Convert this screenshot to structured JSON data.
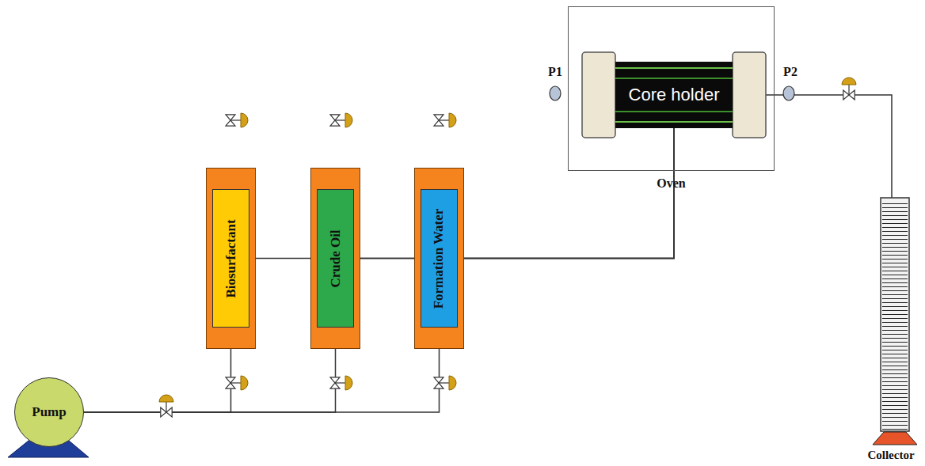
{
  "diagram": {
    "nodes": [
      {
        "text": [
          "Oven"
        ]
      },
      {
        "text": [
          "Core holder"
        ],
        "in": 0
      },
      {
        "text": [
          "Biosurfactant"
        ]
      },
      {
        "text": [
          "Crude Oil"
        ]
      },
      {
        "text": [
          "Formation Water"
        ]
      },
      {
        "text": [
          "Pump"
        ]
      },
      {
        "text": [
          "Collector"
        ]
      }
    ],
    "edges": [
      {
        "from": 5,
        "to": 2,
        "arrow": "none"
      },
      {
        "from": 5,
        "to": 3,
        "arrow": "none"
      },
      {
        "from": 5,
        "to": 4,
        "arrow": "none"
      },
      {
        "from": 2,
        "to": 1,
        "arrow": "none"
      },
      {
        "from": 3,
        "to": 1,
        "arrow": "none"
      },
      {
        "from": 4,
        "to": 1,
        "arrow": "none"
      },
      {
        "from": 1,
        "to": 6,
        "arrow": "none"
      }
    ],
    "labels": [
      "P1",
      "P2"
    ]
  }
}
